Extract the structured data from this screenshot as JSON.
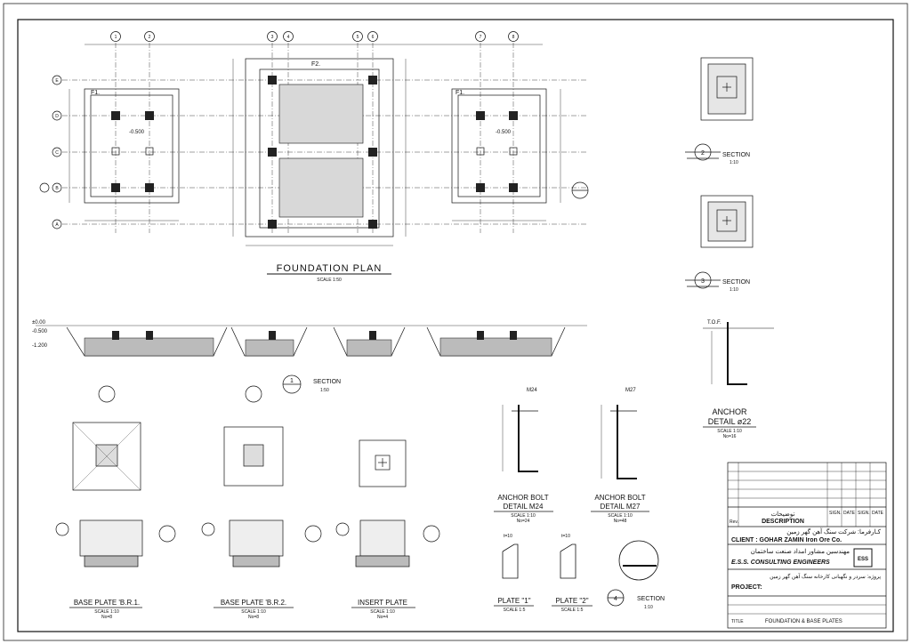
{
  "plan": {
    "title": "FOUNDATION     PLAN",
    "scale": "SCALE  1:50",
    "grid_columns": [
      "1",
      "2",
      "3",
      "4",
      "5",
      "6",
      "7",
      "8"
    ],
    "grid_rows": [
      "E",
      "D",
      "C",
      "B",
      "A"
    ],
    "footing_labels": [
      "F1.",
      "F2.",
      "F1."
    ],
    "level": "-0.500"
  },
  "section1": {
    "title": "SECTION",
    "number": "1",
    "scale": "1:50",
    "levels": [
      "±0.00",
      "-0.500",
      "-1.200"
    ]
  },
  "section2": {
    "title": "SECTION",
    "number": "2",
    "scale": "1:10"
  },
  "section3": {
    "title": "SECTION",
    "number": "3",
    "scale": "1:10"
  },
  "section4": {
    "title": "SECTION",
    "number": "4",
    "scale": "1:10"
  },
  "anchor": {
    "title": "ANCHOR",
    "subtitle": "DETAIL  ø22",
    "scale": "SCALE  1:10",
    "count": "No=16",
    "tof": "T.O.F."
  },
  "bolt24": {
    "title": "ANCHOR  BOLT",
    "subtitle": "DETAIL  M24",
    "scale": "SCALE  1:10",
    "count": "No=24",
    "size": "M24"
  },
  "bolt27": {
    "title": "ANCHOR  BOLT",
    "subtitle": "DETAIL  M27",
    "scale": "SCALE  1:10",
    "count": "No=48",
    "size": "M27"
  },
  "bp1": {
    "title": "BASE PLATE  'B.R.1.",
    "scale": "SCALE  1:10",
    "count": "No=8"
  },
  "bp2": {
    "title": "BASE PLATE  'B.R.2.",
    "scale": "SCALE  1:10",
    "count": "No=8"
  },
  "insert": {
    "title": "INSERT  PLATE",
    "scale": "SCALE  1:10",
    "count": "No=4"
  },
  "plate1": {
    "title": "PLATE  \"1\"",
    "scale": "SCALE  1:5",
    "t": "t=10"
  },
  "plate2": {
    "title": "PLATE  \"2\"",
    "scale": "SCALE  1:5",
    "t": "t=10"
  },
  "titleblock": {
    "desc_fa": "توضیحات",
    "desc_en": "DESCRIPTION",
    "rev": "Rev.",
    "sign": "SIGN.",
    "date": "DATE",
    "client_fa": "کـارفرما: شرکت سنگ آهن گهر زمین",
    "client_en": "CLIENT : GOHAR ZAMIN Iron Ore Co.",
    "consult_fa": "مهندسین مشاور امداد صنعت ساختمان",
    "consult_en": "E.S.S. CONSULTING ENGINEERS",
    "logo": "ESS",
    "project_fa": "پروژه: سردر و نگهبانی کارخانه سنگ آهن گهر زمین",
    "project_en": "PROJECT:",
    "drawing_title": "FOUNDATION & BASE PLATES",
    "title_label": "TITLE"
  }
}
